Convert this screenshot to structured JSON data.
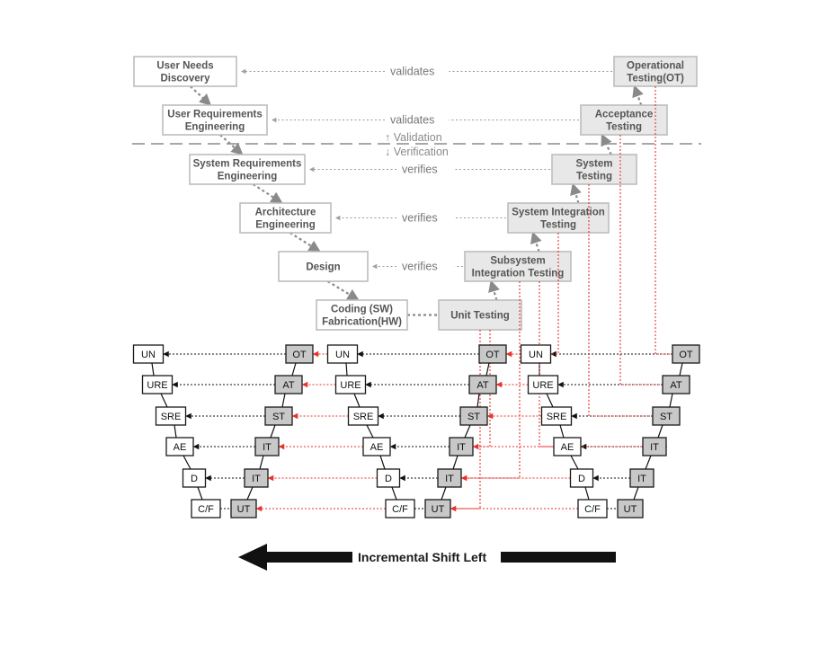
{
  "top_v": {
    "left": [
      {
        "lines": [
          "User Needs",
          "Discovery"
        ]
      },
      {
        "lines": [
          "User Requirements",
          "Engineering"
        ]
      },
      {
        "lines": [
          "System Requirements",
          "Engineering"
        ]
      },
      {
        "lines": [
          "Architecture",
          "Engineering"
        ]
      },
      {
        "lines": [
          "Design"
        ]
      },
      {
        "lines": [
          "Coding (SW)",
          "Fabrication(HW)"
        ]
      }
    ],
    "right": [
      {
        "lines": [
          "Operational",
          "Testing(OT)"
        ]
      },
      {
        "lines": [
          "Acceptance",
          "Testing"
        ]
      },
      {
        "lines": [
          "System",
          "Testing"
        ]
      },
      {
        "lines": [
          "System Integration",
          "Testing"
        ]
      },
      {
        "lines": [
          "Subsystem",
          "Integration Testing"
        ]
      },
      {
        "lines": [
          "Unit Testing"
        ]
      }
    ],
    "relations": [
      "validates",
      "validates",
      "verifies",
      "verifies",
      "verifies"
    ],
    "validation_label": "↑ Validation",
    "verification_label": "↓ Verification"
  },
  "mini_v": {
    "left": [
      "UN",
      "URE",
      "SRE",
      "AE",
      "D",
      "C/F"
    ],
    "right": [
      "OT",
      "AT",
      "ST",
      "IT",
      "IT",
      "UT"
    ],
    "count": 3
  },
  "footer": {
    "arrow_label": "Incremental Shift Left"
  },
  "colors": {
    "shift_link": "#e8322c",
    "mini_test_fill": "#c8c8c8",
    "v_test_fill": "#e8e8e8"
  }
}
